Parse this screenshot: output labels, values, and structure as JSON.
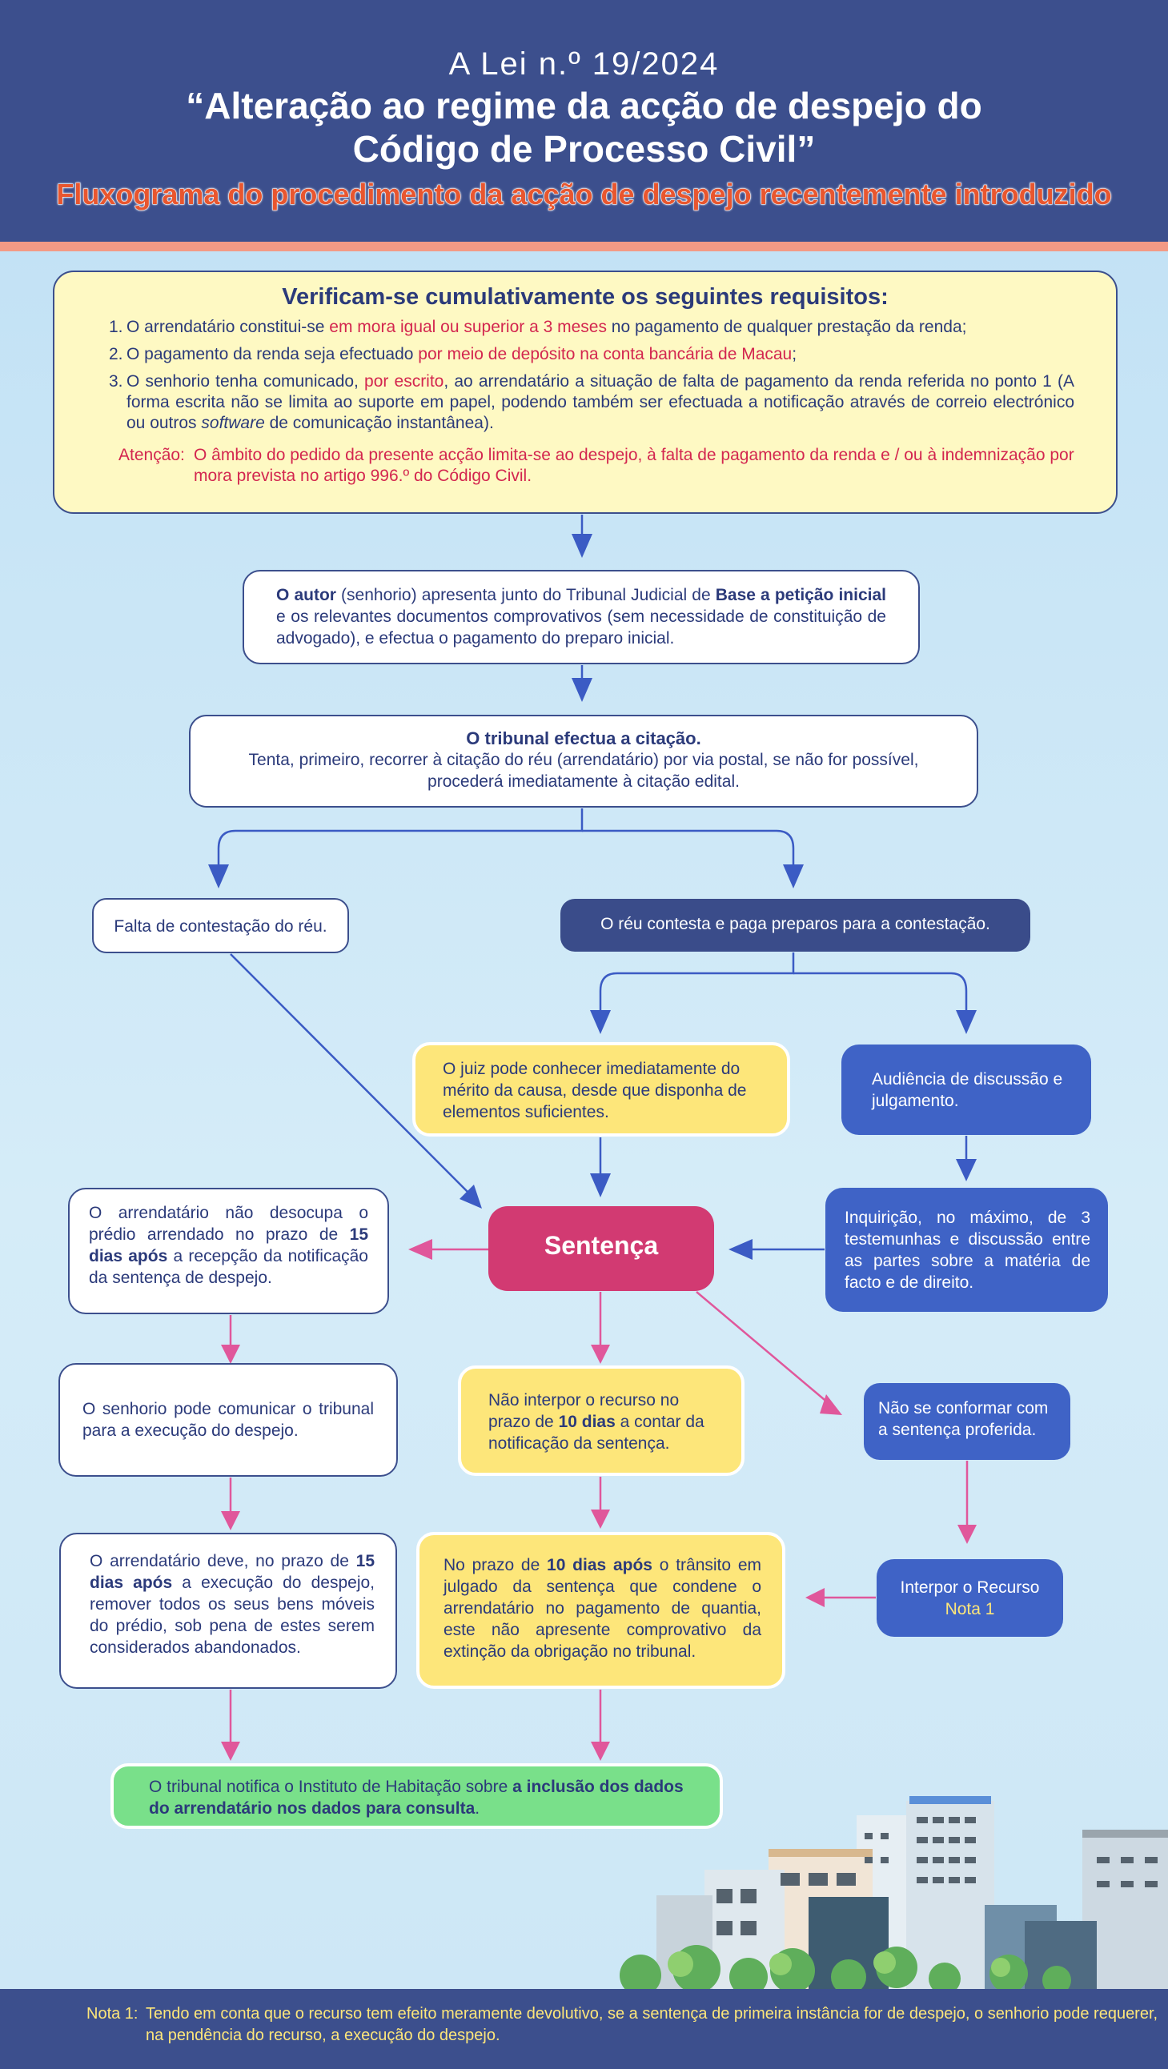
{
  "header": {
    "law_number": "A Lei n.º 19/2024",
    "title_line1": "“Alteração ao regime da acção de despejo do",
    "title_line2": "Código de Processo Civil”",
    "subtitle": "Fluxograma do procedimento da acção de despejo recentemente introduzido"
  },
  "requirements": {
    "title": "Verificam-se cumulativamente os seguintes requisitos:",
    "items": [
      {
        "num": "1.",
        "pre": "O arrendatário constitui-se ",
        "highlight": "em mora igual ou superior a 3 meses",
        "post": " no pagamento de qualquer prestação da renda;"
      },
      {
        "num": "2.",
        "pre": "O pagamento da renda seja efectuado ",
        "highlight": "por meio de depósito na conta bancária de Macau",
        "post": ";"
      },
      {
        "num": "3.",
        "pre": "O senhorio tenha comunicado, ",
        "highlight": "por escrito",
        "post": ", ao arrendatário a situação de falta de pagamento da renda referida no ponto 1 (A forma escrita não se limita ao suporte em papel, podendo também ser efectuada a notificação através de correio electrónico ou outros ",
        "italic": "software",
        "post2": " de comunicação instantânea)."
      }
    ],
    "attention_label": "Atenção:",
    "attention_text": "O âmbito do pedido da presente acção limita-se ao despejo, à falta de pagamento da renda e / ou à indemnização por mora prevista no artigo 996.º do Código Civil."
  },
  "steps": {
    "author": {
      "b1": "O autor",
      "t1": " (senhorio) apresenta junto do Tribunal Judicial de ",
      "b2": "Base a petição inicial",
      "t2": " e os relevantes documentos comprovativos (sem necessidade de constituição de advogado), e efectua o pagamento do preparo inicial."
    },
    "citation": {
      "title": "O tribunal efectua a citação.",
      "text": "Tenta, primeiro, recorrer à citação do réu (arrendatário) por via postal, se não for possível, procederá imediatamente à citação edital."
    },
    "no_contest": "Falta de contestação do réu.",
    "contest": "O réu contesta e paga preparos para a contestação.",
    "judge": "O juiz pode conhecer imediatamente do mérito da causa, desde que disponha de elementos suficientes.",
    "hearing": "Audiência de discussão e julgamento.",
    "not_vacate": {
      "t1": "O arrendatário não desocupa o prédio arrendado no prazo de ",
      "b1": "15 dias após",
      "t2": " a recepção da notificação da sentença de despejo."
    },
    "sentence": "Sentença",
    "witnesses": "Inquirição, no máximo, de 3 testemunhas e discussão entre as partes sobre a matéria de facto e de direito.",
    "landlord_execution": "O senhorio pode comunicar o tribunal para a execução do despejo.",
    "no_appeal": {
      "t1": "Não interpor o recurso no prazo de ",
      "b1": "10 dias",
      "t2": " a contar da notificação da sentença."
    },
    "disagree": "Não se conformar com a sentença proferida.",
    "remove_goods": {
      "t1": "O arrendatário deve, no prazo de ",
      "b1": "15 dias após",
      "t2": " a execução do despejo, remover todos os seus bens móveis do prédio, sob pena de estes serem considerados abandonados."
    },
    "ten_days": {
      "t1": "No prazo de ",
      "b1": "10 dias após",
      "t2": " o trânsito em julgado da sentença que condene o arrendatário no pagamento de quantia, este não apresente comprovativo da extinção da obrigação no tribunal."
    },
    "appeal": {
      "label": "Interpor o Recurso",
      "note": "Nota 1"
    },
    "housing": {
      "t1": "O tribunal notifica o Instituto de Habitação sobre ",
      "b1": "a inclusão dos dados do arrendatário nos dados para consulta",
      "t2": "."
    }
  },
  "footer": {
    "label": "Nota 1:",
    "text": "Tendo em conta que o recurso tem efeito meramente devolutivo, se a sentença de primeira instância for de despejo, o senhorio pode requerer, na pendência do recurso, a execução do despejo."
  },
  "colors": {
    "header_bg": "#3c4f8d",
    "subtitle": "#e8562f",
    "highlight_red": "#d3264f",
    "sentence_bg": "#d23a72",
    "blue_box": "#3f63c6",
    "yellow_box": "#fde67a",
    "green_box": "#79e08a",
    "arrow_blue": "#3b5bc4",
    "arrow_pink": "#e0579b"
  }
}
